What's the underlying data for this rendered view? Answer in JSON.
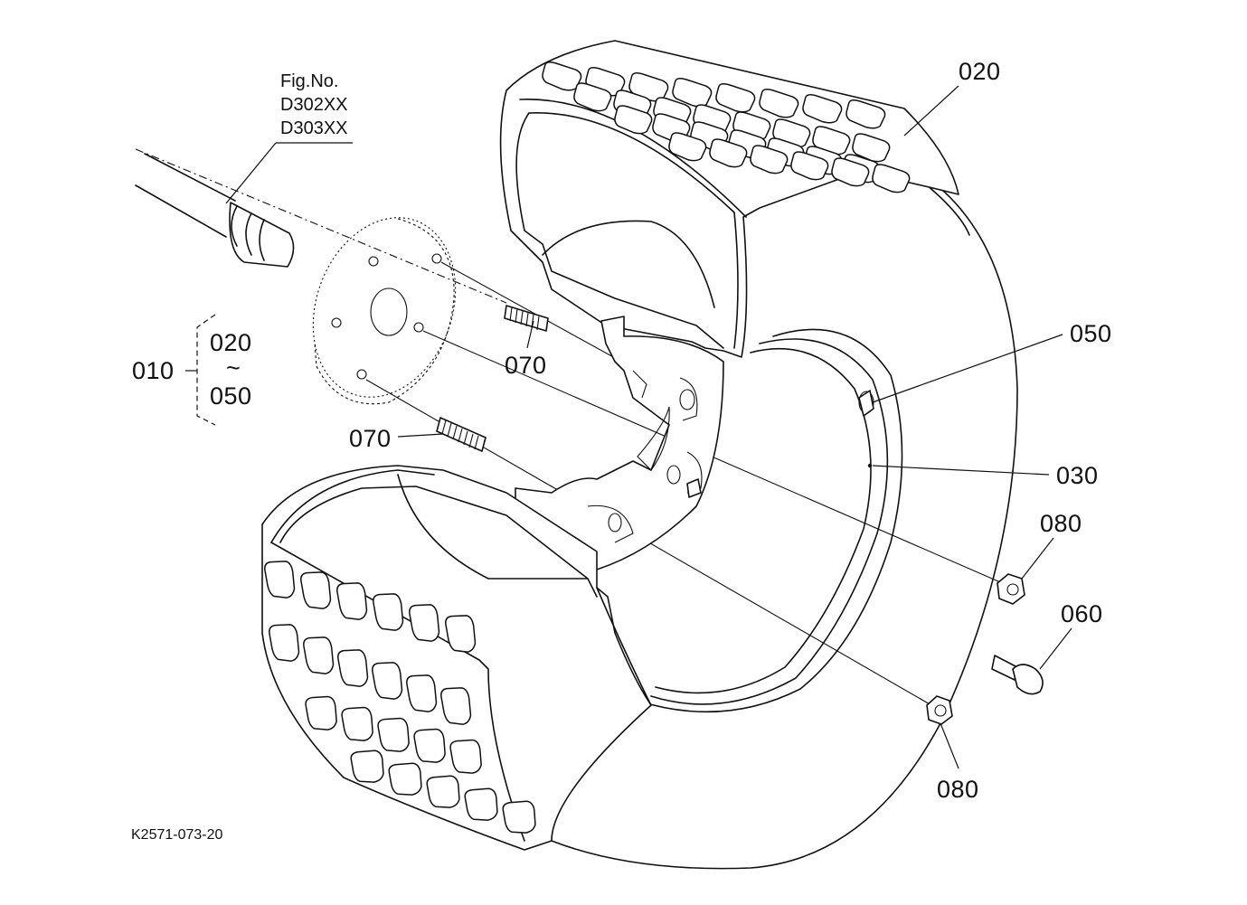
{
  "figure_ref": {
    "line1": "Fig.No.",
    "line2": "D302XX",
    "line3": "D303XX"
  },
  "assembly": {
    "label": "010",
    "range_start": "020",
    "range_sep": "~",
    "range_end": "050"
  },
  "callouts": {
    "tire": "020",
    "rim": "030",
    "valve": "050",
    "bolt": "060",
    "stud_upper": "070",
    "stud_lower": "070",
    "nut_upper": "080",
    "nut_lower": "080"
  },
  "drawing_code": "K2571-073-20"
}
